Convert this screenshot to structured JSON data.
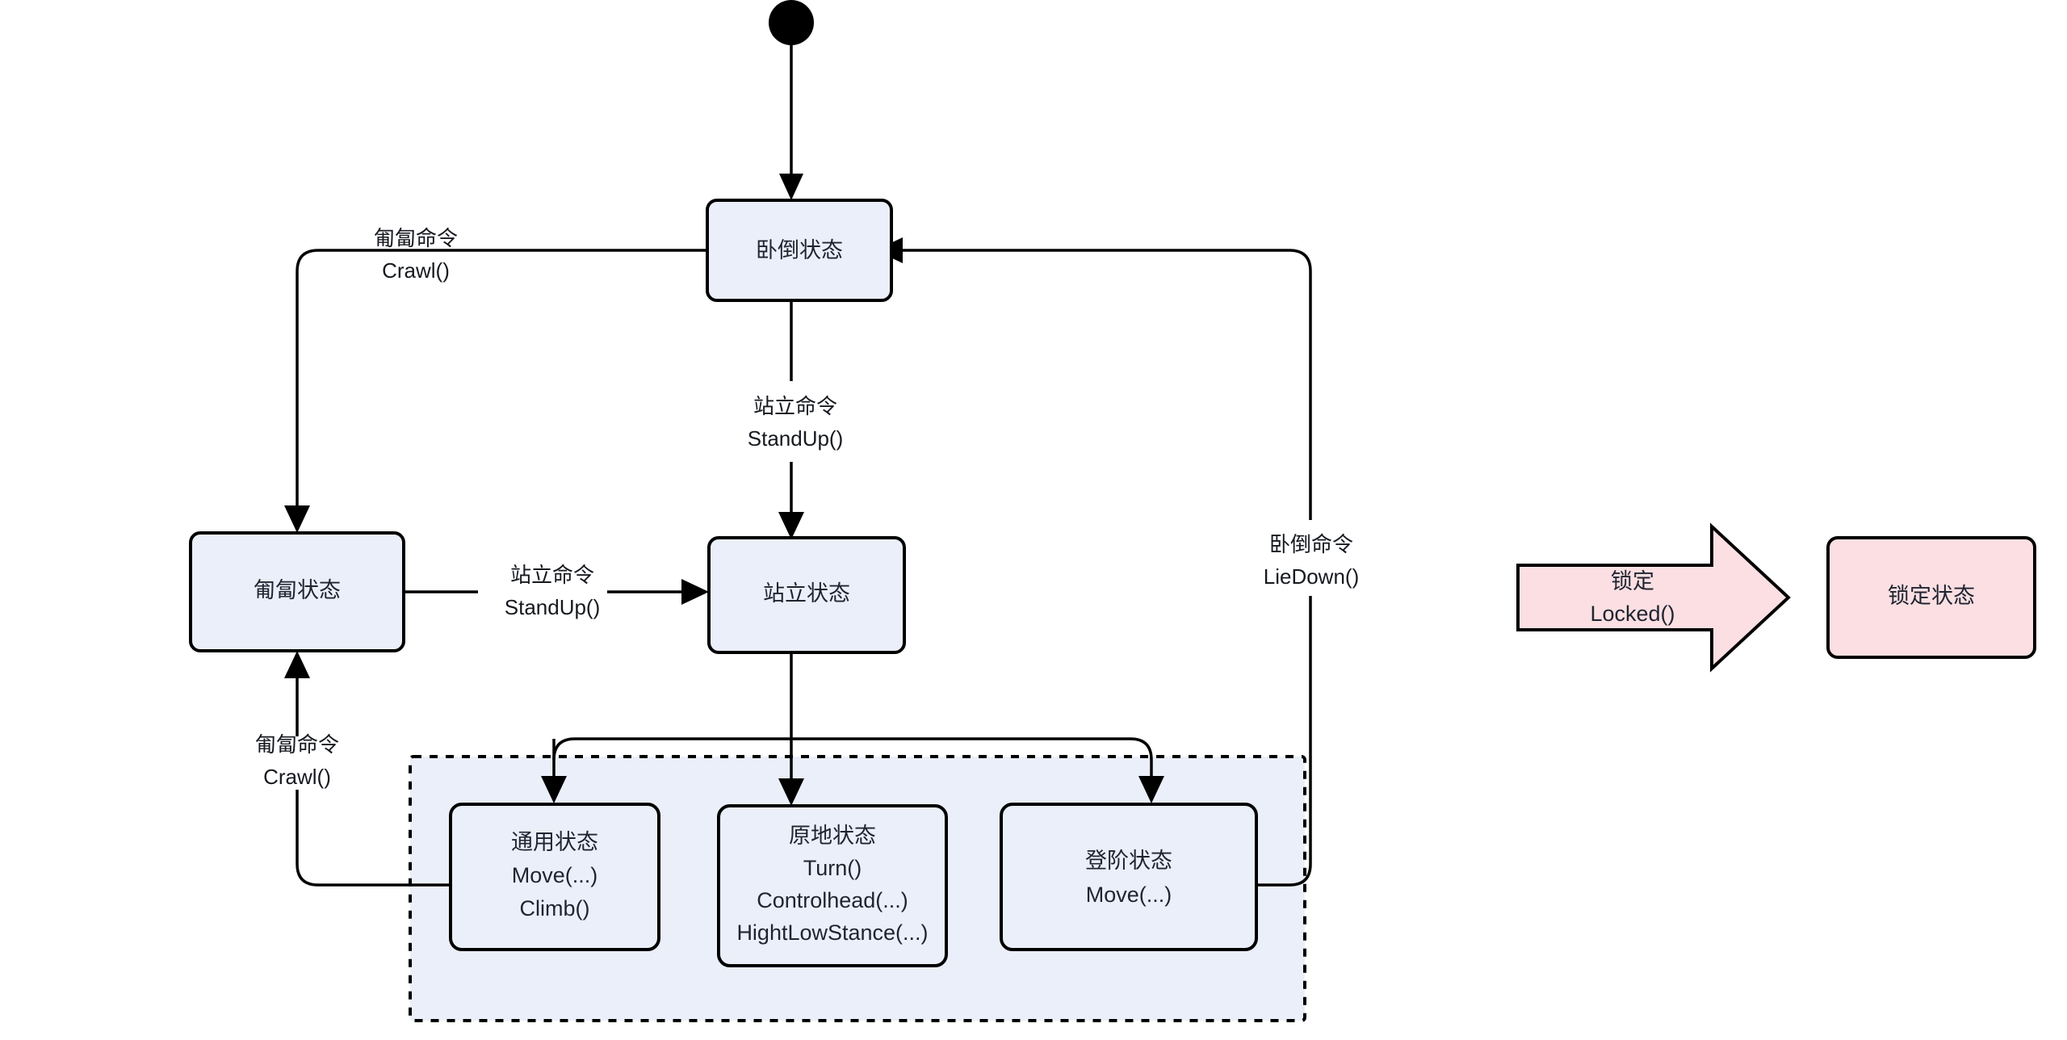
{
  "diagram": {
    "type": "state-machine",
    "title": "",
    "colors": {
      "state_fill": "#eaeffa",
      "locked_fill": "#fbdfe2",
      "stroke": "#000000",
      "composite_fill": "#eaeffa",
      "text": "#1f2430"
    },
    "start_node": {
      "name": "start",
      "shape": "filled-circle"
    },
    "states": [
      {
        "id": "lie-down-state",
        "lines": [
          "卧倒状态"
        ]
      },
      {
        "id": "crawl-state",
        "lines": [
          "匍匐状态"
        ]
      },
      {
        "id": "standing-state",
        "lines": [
          "站立状态"
        ]
      },
      {
        "id": "general-state",
        "lines": [
          "通用状态",
          "Move(...)",
          "Climb()"
        ]
      },
      {
        "id": "in-place-state",
        "lines": [
          "原地状态",
          "Turn()",
          "Controlhead(...)",
          "HightLowStance(...)"
        ]
      },
      {
        "id": "stair-state",
        "lines": [
          "登阶状态",
          "Move(...)"
        ]
      },
      {
        "id": "locked-state",
        "lines": [
          "锁定状态"
        ]
      }
    ],
    "transitions": [
      {
        "id": "crawl-command",
        "from": "lie-down-state",
        "to": "crawl-state",
        "lines": [
          "匍匐命令",
          "Crawl()"
        ]
      },
      {
        "id": "stand-up-command-from-lie-down",
        "from": "lie-down-state",
        "to": "standing-state",
        "lines": [
          "站立命令",
          "StandUp()"
        ]
      },
      {
        "id": "stand-up-command-from-crawl",
        "from": "crawl-state",
        "to": "standing-state",
        "lines": [
          "站立命令",
          "StandUp()"
        ]
      },
      {
        "id": "crawl-command-from-general",
        "from": "general-state",
        "to": "crawl-state",
        "lines": [
          "匍匐命令",
          "Crawl()"
        ]
      },
      {
        "id": "lie-down-command",
        "from": "stair-state",
        "to": "lie-down-state",
        "lines": [
          "卧倒命令",
          "LieDown()"
        ]
      }
    ],
    "block_arrow": {
      "id": "locked-arrow",
      "lines": [
        "锁定",
        "Locked()"
      ]
    }
  }
}
